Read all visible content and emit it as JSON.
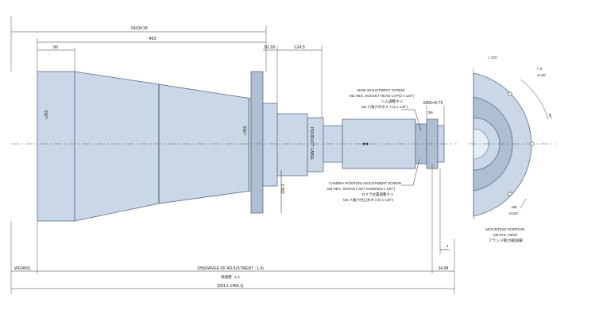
{
  "dimensions": {
    "overall_top": "1663±18",
    "main_length": "463",
    "front_section": "90",
    "flange_thickness": "10.18",
    "rear_section": "124.5",
    "dia_left": "□350",
    "dia_mid": "□350",
    "flange_height": "206.3",
    "mount_thread": "M56×0.75",
    "mount_dia": "□56",
    "wd_left": "WD(450)",
    "range_label": "335(RANGE OF ADJUSTMENT : 1.4)",
    "range_label_jp": "微調整 : 1.4",
    "right_offset": "34.08",
    "overall_bottom": "[581.1-1480.1]",
    "small_right": "4"
  },
  "annotations": {
    "shim_screw_en_1": "SHIM ADJUSTMENT SCREW",
    "shim_screw_en_2": "M2 HEX. SOCKET HEAD CAP(2 x 120°)",
    "shim_screw_jp_1": "シム調整ネジ",
    "shim_screw_jp_2": "M2 六角穴付ボルト(2 x 120°)",
    "camera_screw_en_1": "CAMERA POSITION ADJUSTMENT SCREW",
    "camera_screw_en_2": "M3 HEX. SOCKET SET SCREW(3 x 120°)",
    "camera_screw_jp_1": "カメラ位置調整ネジ",
    "camera_screw_jp_2": "M3 六角穴付止めネジ(3 x 120°)",
    "product_label": "PRODUCT LABEL"
  },
  "detail_view": {
    "title_en_1": "MOUNTING PORTION",
    "title_en_2": "DETAIL VIEW",
    "title_jp": "フランジ取付部詳細",
    "dim_dia": "□ 370",
    "dim_hole": "□ 8",
    "dim_angle_1": "4×45°",
    "dim_angle_2": "45°",
    "dim_thread": "M8",
    "dim_depth": "6×20°"
  }
}
